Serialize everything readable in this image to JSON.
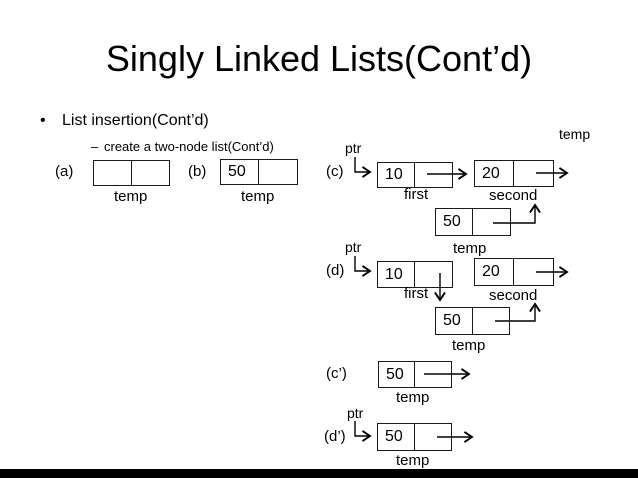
{
  "colors": {
    "background": "#ffffff",
    "text": "#000000",
    "box_border": "#1a1a1a",
    "footer_bar": "#000000"
  },
  "title": "Singly Linked Lists(Cont’d)",
  "bullets": {
    "marker": "•",
    "item": "List insertion(Cont’d)",
    "sub_marker": "–",
    "sub_item": "create a two-node list(Cont’d)"
  },
  "floating": {
    "temp_top_right": "temp"
  },
  "ptr": {
    "c": "ptr",
    "d": "ptr",
    "d2": "ptr"
  },
  "tags": {
    "a": "(a)",
    "b": "(b)",
    "c": "(c)",
    "d": "(d)",
    "c2": "(c’)",
    "d2": "(d’)"
  },
  "nodes": {
    "a": {
      "value": "",
      "label": "temp"
    },
    "b": {
      "value": "50",
      "label": "temp"
    },
    "c_first": {
      "value": "10",
      "label": "first"
    },
    "c_second": {
      "value": "20",
      "label": "second"
    },
    "c_temp": {
      "value": "50",
      "label": "temp"
    },
    "d_first": {
      "value": "10",
      "label": "first"
    },
    "d_second": {
      "value": "20",
      "label": "second"
    },
    "d_temp": {
      "value": "50",
      "label": "temp"
    },
    "c2": {
      "value": "50",
      "label": "temp"
    },
    "d2": {
      "value": "50",
      "label": "temp"
    }
  }
}
